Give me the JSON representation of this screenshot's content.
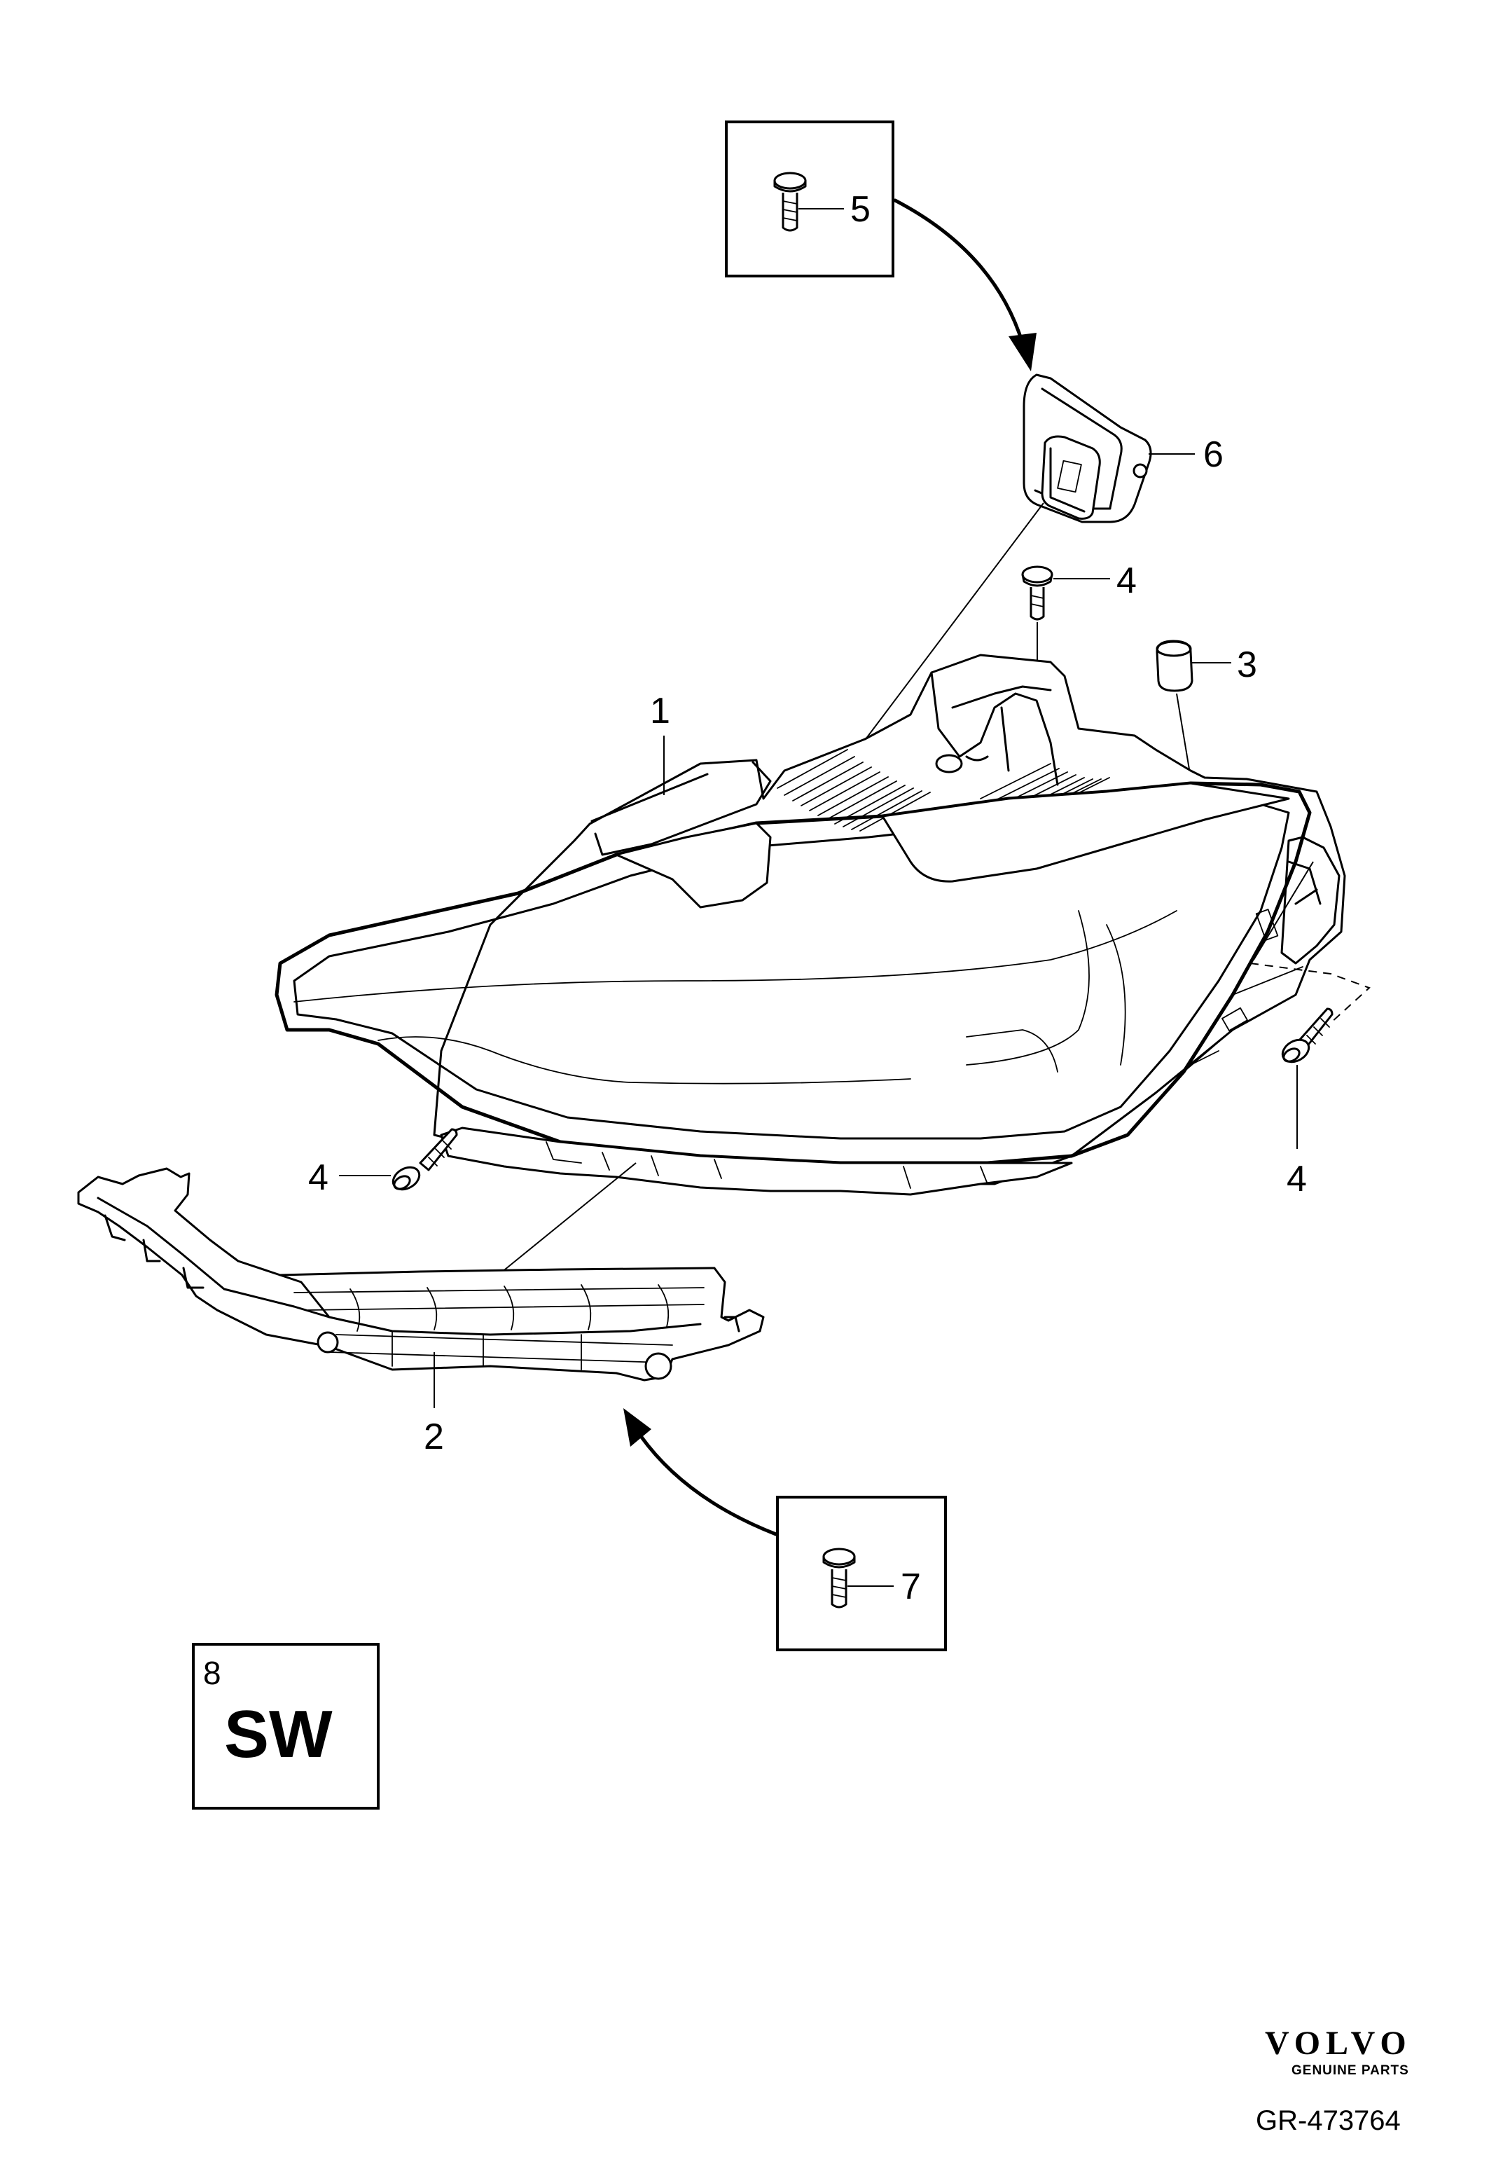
{
  "callouts": {
    "item1": "1",
    "item2": "2",
    "item3": "3",
    "item4_top": "4",
    "item4_left": "4",
    "item4_right": "4",
    "item5": "5",
    "item6": "6",
    "item7": "7",
    "item8": "8"
  },
  "sw_box": {
    "number": "8",
    "text": "SW"
  },
  "brand": {
    "name": "VOLVO",
    "tagline": "GENUINE PARTS"
  },
  "reference": "GR-473764"
}
